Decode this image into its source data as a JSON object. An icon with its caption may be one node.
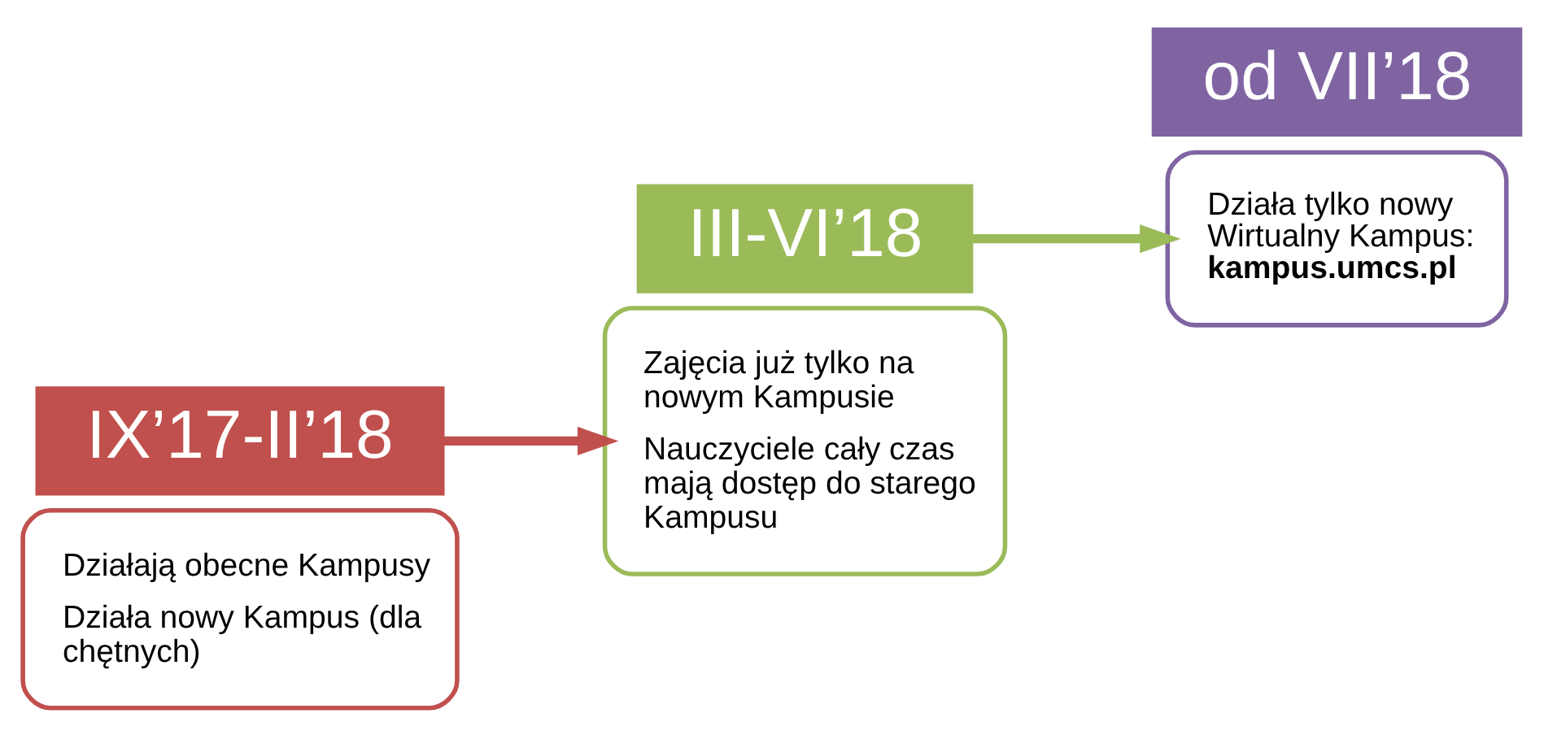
{
  "diagram": {
    "nodes": [
      {
        "text": [
          "Działają obecne Kampusy",
          "Działa nowy Kampus (dla chętnych)"
        ]
      },
      {
        "text": [
          "IX’17-II’18"
        ]
      },
      {
        "text": [
          "III-VI’18"
        ]
      },
      {
        "text": [
          "Zajęcia już tylko na nowym Kampusie",
          "Nauczyciele cały czas mają dostęp do starego Kampusu"
        ]
      },
      {
        "text": [
          "Działa tylko nowy Wirtualny Kampus: **kampus.umcs.pl**"
        ]
      },
      {
        "text": [
          "od VII’18"
        ]
      }
    ],
    "edges": [
      {
        "from": 1,
        "to": 3,
        "arrow": "to",
        "color": "#c0504d"
      },
      {
        "from": 2,
        "to": 4,
        "arrow": "to",
        "color": "#9bbb59"
      }
    ]
  }
}
